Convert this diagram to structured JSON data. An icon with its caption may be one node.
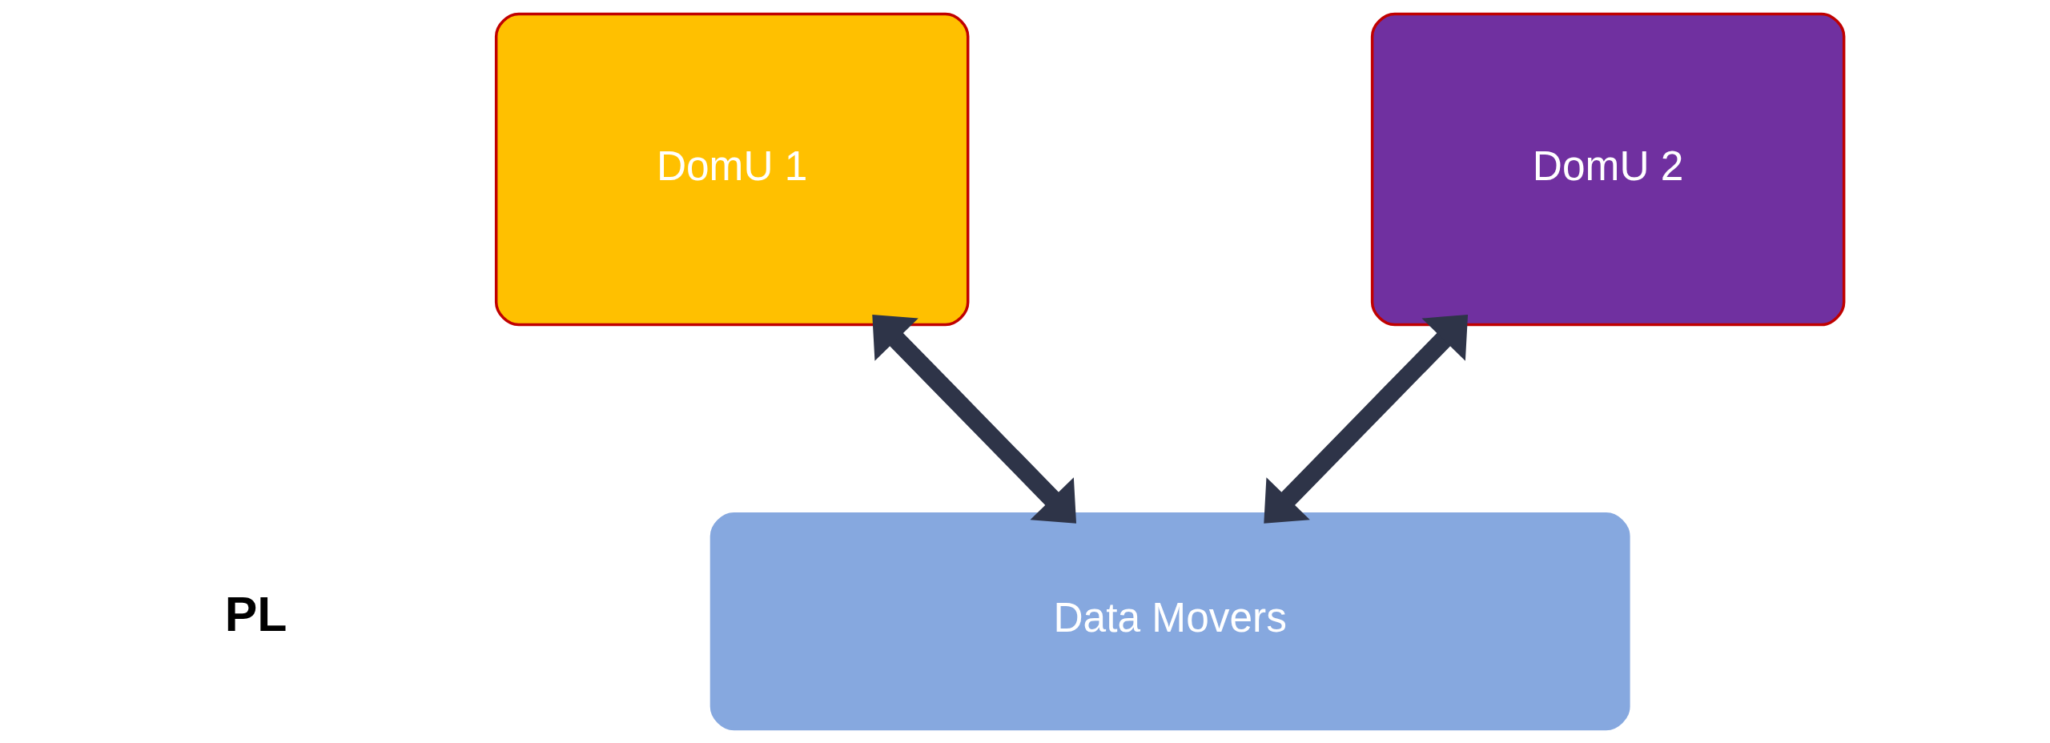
{
  "diagram": {
    "nodes": [
      {
        "text": [
          "DomU 1"
        ]
      },
      {
        "text": [
          "DomU 2"
        ]
      },
      {
        "text": [
          "Data Movers"
        ]
      }
    ],
    "edges": [
      {
        "from": 0,
        "to": 2,
        "arrow": "both"
      },
      {
        "from": 1,
        "to": 2,
        "arrow": "both"
      }
    ],
    "labels": [
      "PL"
    ]
  }
}
